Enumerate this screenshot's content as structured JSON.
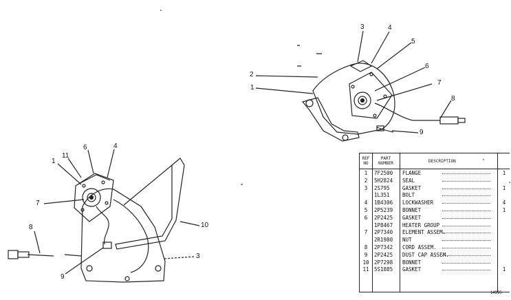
{
  "callouts_top": [
    "3",
    "4",
    "5",
    "6",
    "7",
    "8",
    "9",
    "2",
    "1"
  ],
  "callouts_bottom": [
    "1",
    "11",
    "6",
    "4",
    "7",
    "8",
    "9",
    "10",
    "3"
  ],
  "table": {
    "headers": {
      "ref": "REF NO",
      "part": "PART NUMBER",
      "desc": "DESCRIPTION"
    },
    "rows": [
      {
        "ref": "1",
        "part": "7F2500",
        "desc": "FLANGE",
        "qty": "1"
      },
      {
        "ref": "2",
        "part": "5H2824",
        "desc": "SEAL",
        "qty": ""
      },
      {
        "ref": "3",
        "part": "2S795",
        "desc": "GASKET",
        "qty": "1"
      },
      {
        "ref": "",
        "part": "1L351",
        "desc": "BOLT",
        "qty": ""
      },
      {
        "ref": "4",
        "part": "1B4306",
        "desc": "LOCKWASHER",
        "qty": "4"
      },
      {
        "ref": "5",
        "part": "2P5239",
        "desc": "BONNET",
        "qty": "1"
      },
      {
        "ref": "6",
        "part": "2P2425",
        "desc": "GASKET",
        "qty": ""
      },
      {
        "ref": "",
        "part": "1P8467",
        "desc": "HEATER GROUP",
        "qty": ""
      },
      {
        "ref": "7",
        "part": "2P7340",
        "desc": "ELEMENT ASSEM.",
        "qty": ""
      },
      {
        "ref": "",
        "part": "2R1980",
        "desc": "NUT",
        "qty": ""
      },
      {
        "ref": "8",
        "part": "2P7342",
        "desc": "CORD ASSEM.",
        "qty": ""
      },
      {
        "ref": "9",
        "part": "2P2425",
        "desc": "DUST CAP ASSEM.",
        "qty": ""
      },
      {
        "ref": "10",
        "part": "2P7298",
        "desc": "BONNET",
        "qty": ""
      },
      {
        "ref": "11",
        "part": "5S1885",
        "desc": "GASKET",
        "qty": "1"
      }
    ],
    "drawing_number": "14995"
  }
}
